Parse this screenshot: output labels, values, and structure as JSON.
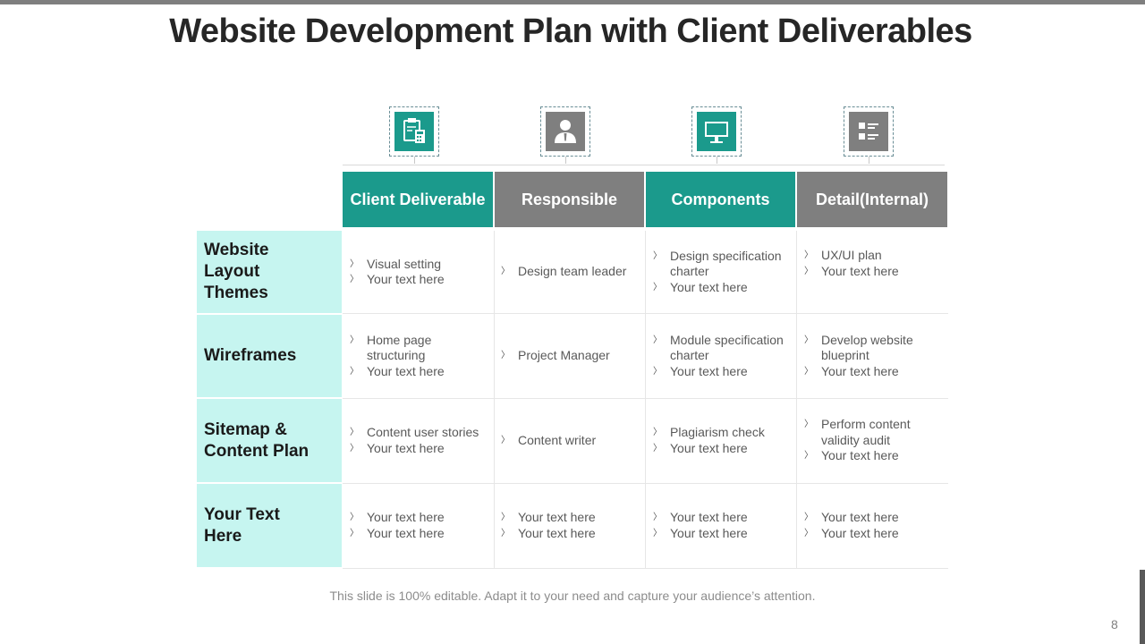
{
  "slide": {
    "title": "Website Development Plan with Client Deliverables",
    "footer": "This slide is 100% editable. Adapt it to your need and capture your audience’s attention.",
    "page_number": "8"
  },
  "colors": {
    "teal": "#1b9a8c",
    "gray": "#7f7f7f",
    "row_bg": "#c6f5f0"
  },
  "icons": [
    "clipboard-calculator-icon",
    "person-icon",
    "monitor-icon",
    "list-icon"
  ],
  "columns": [
    "Client Deliverable",
    "Responsible",
    "Components",
    "Detail(Internal)"
  ],
  "rows": [
    {
      "label": "Website Layout Themes",
      "cells": [
        [
          "Visual setting",
          "Your text here"
        ],
        [
          "Design team leader"
        ],
        [
          "Design specification charter",
          "Your text here"
        ],
        [
          "UX/UI plan",
          "Your text here"
        ]
      ]
    },
    {
      "label": "Wireframes",
      "cells": [
        [
          "Home page structuring",
          "Your text here"
        ],
        [
          "Project Manager"
        ],
        [
          "Module specification charter",
          "Your text here"
        ],
        [
          "Develop website blueprint",
          "Your text here"
        ]
      ]
    },
    {
      "label": "Sitemap & Content Plan",
      "cells": [
        [
          "Content user stories",
          "Your text here"
        ],
        [
          "Content writer"
        ],
        [
          "Plagiarism check",
          "Your text here"
        ],
        [
          "Perform content validity audit",
          "Your text here"
        ]
      ]
    },
    {
      "label": "Your Text Here",
      "cells": [
        [
          "Your text here",
          "Your text here"
        ],
        [
          "Your text here",
          "Your text here"
        ],
        [
          "Your text here",
          "Your text here"
        ],
        [
          "Your text here",
          "Your text here"
        ]
      ]
    }
  ]
}
